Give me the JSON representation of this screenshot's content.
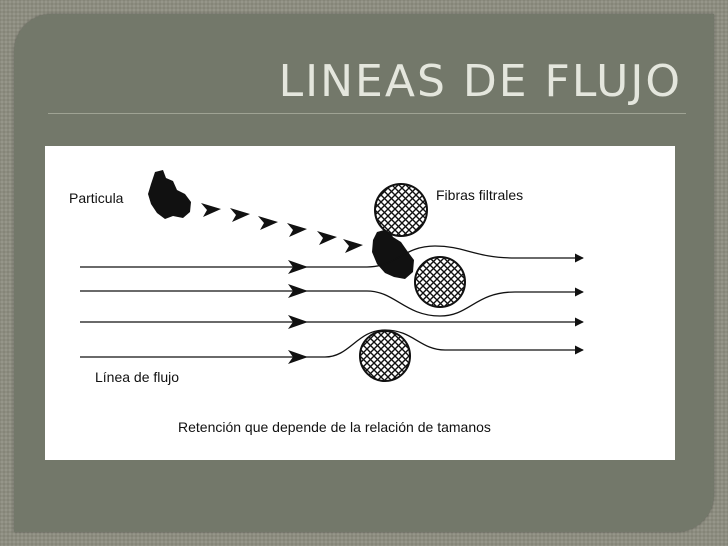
{
  "slide": {
    "title": "LINEAS DE FLUJO"
  },
  "diagram": {
    "label_particle": "Particula",
    "label_fibers": "Fibras filtrales",
    "label_flow_line": "Línea de flujo",
    "caption": "Retención que depende de la relación de tamanos"
  },
  "colors": {
    "background": "#8d8d80",
    "slide": "#73786a",
    "title_text": "#e4e6dd",
    "figure_bg": "#ffffff",
    "ink": "#111111"
  }
}
